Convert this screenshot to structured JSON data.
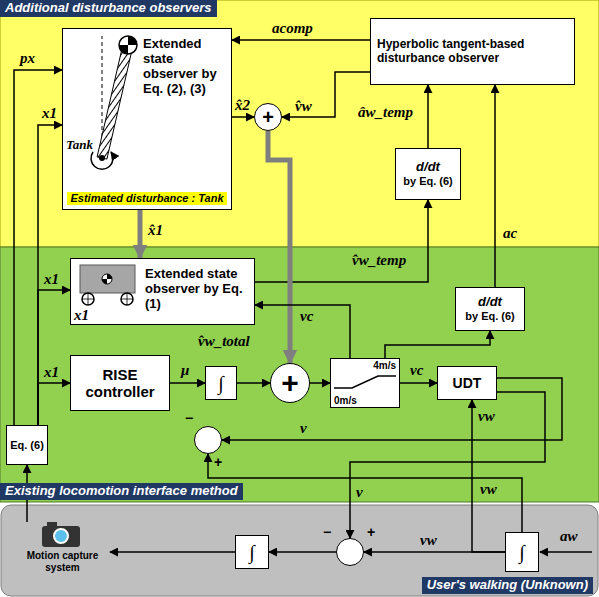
{
  "diagram": {
    "nodes": [
      {
        "text": [
          "Additional disturbance observers"
        ]
      },
      {
        "text": [
          "Extended state observer by Eq. (2), (3)",
          "Estimated disturbance : Tank"
        ],
        "in": 0
      },
      {
        "text": [
          "Hyperbolic tangent-based disturbance observer"
        ],
        "in": 0
      },
      {
        "text": [
          "d/dt",
          "by Eq. (6)"
        ],
        "in": 0
      },
      {
        "text": [
          "+"
        ],
        "in": 0
      },
      {
        "text": [
          "Existing locomotion interface method"
        ]
      },
      {
        "text": [
          "Extended state observer by Eq. (1)"
        ],
        "in": 5
      },
      {
        "text": [
          "d/dt",
          "by Eq. (6)"
        ],
        "in": 5
      },
      {
        "text": [
          "RISE controller"
        ],
        "in": 5
      },
      {
        "text": [
          "∫"
        ],
        "in": 5
      },
      {
        "text": [
          "+"
        ],
        "in": 5
      },
      {
        "text": [
          "4m/s",
          "0m/s"
        ],
        "in": 5
      },
      {
        "text": [
          "UDT"
        ],
        "in": 5
      },
      {
        "text": [
          "−",
          "+"
        ],
        "in": 5
      },
      {
        "text": [
          "Eq. (6)"
        ],
        "in": 5
      },
      {
        "text": [
          "User's walking (Unknown)"
        ]
      },
      {
        "text": [
          "Motion capture system"
        ],
        "in": 15
      },
      {
        "text": [
          "∫"
        ],
        "in": 15
      },
      {
        "text": [
          "−",
          "+"
        ],
        "in": 15
      },
      {
        "text": [
          "∫"
        ],
        "in": 15
      }
    ],
    "edges": [
      {
        "from": 2,
        "to": 1,
        "arrow": "to",
        "label": "acomp"
      },
      {
        "from": 1,
        "to": 4,
        "arrow": "to",
        "label": "x̂2"
      },
      {
        "from": 2,
        "to": 4,
        "arrow": "to",
        "label": "v̂w"
      },
      {
        "from": 3,
        "to": 2,
        "arrow": "to",
        "label": "âw_temp"
      },
      {
        "from": 6,
        "to": 3,
        "arrow": "to",
        "label": "v̂w_temp"
      },
      {
        "from": 4,
        "to": 10,
        "arrow": "to",
        "label": "v̂w_total"
      },
      {
        "from": 1,
        "to": 6,
        "arrow": "to",
        "label": "x̂1"
      },
      {
        "from": 7,
        "to": 2,
        "arrow": "to",
        "label": "ac"
      },
      {
        "from": 8,
        "to": 9,
        "arrow": "to",
        "label": "μ"
      },
      {
        "from": 9,
        "to": 10,
        "arrow": "to"
      },
      {
        "from": 10,
        "to": 11,
        "arrow": "to"
      },
      {
        "from": 11,
        "to": 12,
        "arrow": "to",
        "label": "vc"
      },
      {
        "from": 11,
        "to": 7,
        "arrow": "to"
      },
      {
        "from": 11,
        "to": 6,
        "arrow": "to",
        "label": "vc"
      },
      {
        "from": 12,
        "to": 13,
        "arrow": "to",
        "label": "v"
      },
      {
        "from": 12,
        "to": 18,
        "arrow": "to",
        "label": "v"
      },
      {
        "from": 19,
        "to": 13,
        "arrow": "to",
        "label": "vw"
      },
      {
        "from": 19,
        "to": 12,
        "arrow": "to",
        "label": "vw"
      },
      {
        "from": 19,
        "to": 18,
        "arrow": "to",
        "label": "vw"
      },
      {
        "from": 18,
        "to": 17,
        "arrow": "to"
      },
      {
        "from": 17,
        "to": 16,
        "arrow": "to"
      },
      {
        "from": 16,
        "to": 14,
        "arrow": "to"
      },
      {
        "from": 14,
        "to": 8,
        "arrow": "to",
        "label": "x1"
      },
      {
        "from": 14,
        "to": 6,
        "arrow": "to",
        "label": "x1"
      },
      {
        "from": 14,
        "to": 1,
        "arrow": "to",
        "label": "x1"
      },
      {
        "from": 14,
        "to": 1,
        "arrow": "to",
        "label": "px"
      }
    ],
    "labels": [
      "Tank",
      "x1",
      "aw"
    ]
  }
}
